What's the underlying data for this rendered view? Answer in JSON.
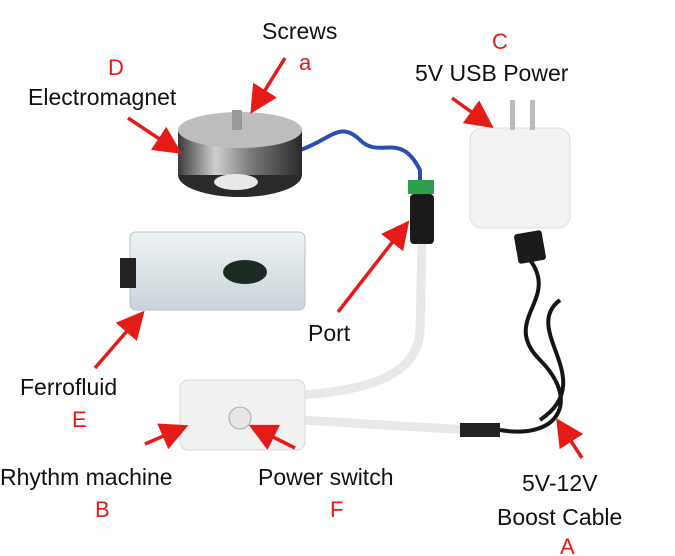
{
  "labels": {
    "screws": {
      "text": "Screws",
      "letter": "a"
    },
    "electromagnet": {
      "text": "Electromagnet",
      "letter": "D"
    },
    "usb_power": {
      "text": "5V USB Power",
      "letter": "C"
    },
    "port": {
      "text": "Port"
    },
    "ferrofluid": {
      "text": "Ferrofluid",
      "letter": "E"
    },
    "rhythm_machine": {
      "text": "Rhythm machine",
      "letter": "B"
    },
    "power_switch": {
      "text": "Power switch",
      "letter": "F"
    },
    "boost_cable": {
      "text_line1": "5V-12V",
      "text_line2": "Boost Cable",
      "letter": "A"
    }
  },
  "colors": {
    "arrow": "#e41b17",
    "label": "#111111"
  }
}
